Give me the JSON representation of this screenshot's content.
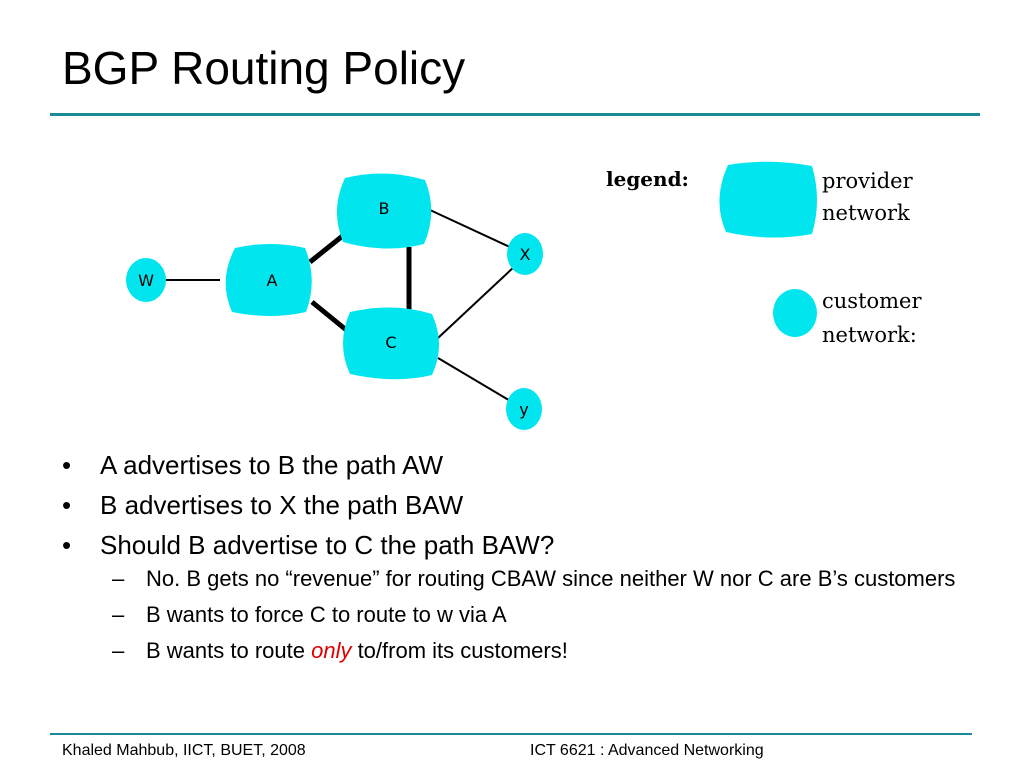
{
  "slide": {
    "title": "BGP Routing Policy"
  },
  "diagram": {
    "nodes": {
      "w": "W",
      "a": "A",
      "b": "B",
      "c": "C",
      "x": "X",
      "y": "y"
    },
    "legend": {
      "title": "legend:",
      "provider_line1": "provider",
      "provider_line2": "network",
      "customer_line1": "customer",
      "customer_line2": "network:"
    },
    "colors": {
      "node_fill": "#00e5ee",
      "line": "#000000",
      "rule": "#1a8a9a"
    }
  },
  "bullets": [
    {
      "text": "A advertises to B the path AW"
    },
    {
      "text": "B advertises to X the path BAW"
    },
    {
      "text": "Should B advertise to C the path BAW?"
    }
  ],
  "sub_bullets": [
    {
      "text": "No. B gets no “revenue” for routing CBAW since neither W nor C are B’s customers"
    },
    {
      "text": "B wants to force C to route to w via A"
    },
    {
      "pre": "B wants to route ",
      "emph": "only",
      "post": " to/from its customers!"
    }
  ],
  "footer": {
    "left": "Khaled Mahbub, IICT, BUET, 2008",
    "right": "ICT 6621 : Advanced Networking"
  }
}
